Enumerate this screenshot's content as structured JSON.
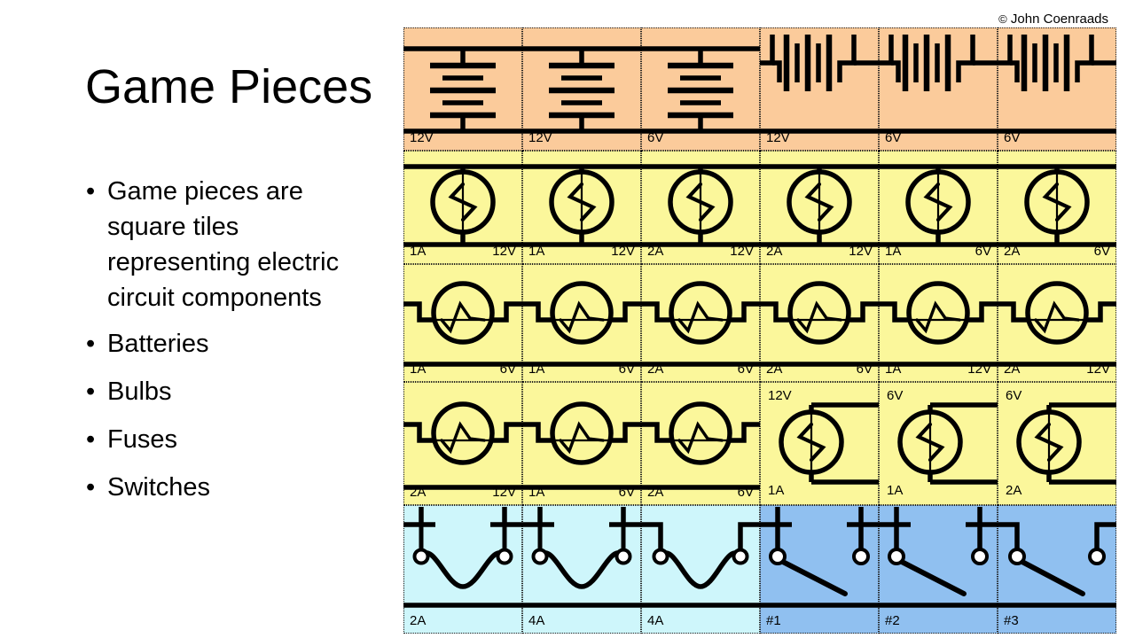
{
  "slide": {
    "title": "Game Pieces",
    "bullets": [
      "Game pieces are square tiles representing electric circuit components",
      "Batteries",
      "Bulbs",
      "Fuses",
      "Switches"
    ],
    "bullet_marker": "•"
  },
  "copyright": {
    "mark": "©",
    "name": "John Coenraads"
  },
  "colors": {
    "battery_row": "#FBCB9B",
    "bulb_row": "#FBF79B",
    "fuse_row": "#CEF6FB",
    "switch_row": "#90C0F0",
    "ink": "#000000",
    "terminal_fill": "#FFFFFF"
  },
  "board": {
    "columns": 6,
    "rows": 5,
    "tiles": [
      {
        "id": "r1c1",
        "kind": "battery-vertical",
        "row": "battery",
        "labels": {
          "bottom_left": "12V"
        }
      },
      {
        "id": "r1c2",
        "kind": "battery-vertical",
        "row": "battery",
        "labels": {
          "bottom_left": "12V"
        }
      },
      {
        "id": "r1c3",
        "kind": "battery-vertical",
        "row": "battery",
        "labels": {
          "bottom_left": "6V"
        }
      },
      {
        "id": "r1c4",
        "kind": "battery-horizontal",
        "row": "battery",
        "labels": {
          "bottom_left": "12V"
        }
      },
      {
        "id": "r1c5",
        "kind": "battery-horizontal",
        "row": "battery",
        "labels": {
          "bottom_left": "6V"
        }
      },
      {
        "id": "r1c6",
        "kind": "battery-horizontal",
        "row": "battery",
        "labels": {
          "bottom_left": "6V"
        }
      },
      {
        "id": "r2c1",
        "kind": "bulb-vertical",
        "row": "bulb",
        "labels": {
          "bottom_left": "1A",
          "bottom_right": "12V"
        }
      },
      {
        "id": "r2c2",
        "kind": "bulb-vertical",
        "row": "bulb",
        "labels": {
          "bottom_left": "1A",
          "bottom_right": "12V"
        }
      },
      {
        "id": "r2c3",
        "kind": "bulb-vertical",
        "row": "bulb",
        "labels": {
          "bottom_left": "2A",
          "bottom_right": "12V"
        }
      },
      {
        "id": "r2c4",
        "kind": "bulb-vertical",
        "row": "bulb",
        "labels": {
          "bottom_left": "2A",
          "bottom_right": "12V"
        }
      },
      {
        "id": "r2c5",
        "kind": "bulb-vertical",
        "row": "bulb",
        "labels": {
          "bottom_left": "1A",
          "bottom_right": "6V"
        }
      },
      {
        "id": "r2c6",
        "kind": "bulb-vertical",
        "row": "bulb",
        "labels": {
          "bottom_left": "2A",
          "bottom_right": "6V"
        }
      },
      {
        "id": "r3c1",
        "kind": "bulb-horizontal",
        "row": "bulb",
        "labels": {
          "bottom_left": "1A",
          "bottom_right": "6V"
        }
      },
      {
        "id": "r3c2",
        "kind": "bulb-horizontal",
        "row": "bulb",
        "labels": {
          "bottom_left": "1A",
          "bottom_right": "6V"
        }
      },
      {
        "id": "r3c3",
        "kind": "bulb-horizontal",
        "row": "bulb",
        "labels": {
          "bottom_left": "2A",
          "bottom_right": "6V"
        }
      },
      {
        "id": "r3c4",
        "kind": "bulb-horizontal",
        "row": "bulb",
        "labels": {
          "bottom_left": "2A",
          "bottom_right": "6V"
        }
      },
      {
        "id": "r3c5",
        "kind": "bulb-horizontal",
        "row": "bulb",
        "labels": {
          "bottom_left": "1A",
          "bottom_right": "12V"
        }
      },
      {
        "id": "r3c6",
        "kind": "bulb-horizontal",
        "row": "bulb",
        "labels": {
          "bottom_left": "2A",
          "bottom_right": "12V"
        }
      },
      {
        "id": "r4c1",
        "kind": "bulb-horizontal",
        "row": "bulb",
        "labels": {
          "bottom_left": "2A",
          "bottom_right": "12V"
        }
      },
      {
        "id": "r4c2",
        "kind": "bulb-horizontal",
        "row": "bulb",
        "labels": {
          "bottom_left": "1A",
          "bottom_right": "6V"
        }
      },
      {
        "id": "r4c3",
        "kind": "bulb-horizontal",
        "row": "bulb",
        "labels": {
          "bottom_left": "2A",
          "bottom_right": "6V"
        }
      },
      {
        "id": "r4c4",
        "kind": "bulb-corner",
        "row": "bulb",
        "labels": {
          "top_left": "12V",
          "bottom_left": "1A"
        }
      },
      {
        "id": "r4c5",
        "kind": "bulb-corner",
        "row": "bulb",
        "labels": {
          "top_left": "6V",
          "bottom_left": "1A"
        }
      },
      {
        "id": "r4c6",
        "kind": "bulb-corner",
        "row": "bulb",
        "labels": {
          "top_left": "6V",
          "bottom_left": "2A"
        }
      },
      {
        "id": "r5c1",
        "kind": "fuse",
        "row": "fuse",
        "labels": {
          "bottom_left": "2A"
        }
      },
      {
        "id": "r5c2",
        "kind": "fuse",
        "row": "fuse",
        "labels": {
          "bottom_left": "4A"
        }
      },
      {
        "id": "r5c3",
        "kind": "fuse-step",
        "row": "fuse",
        "labels": {
          "bottom_left": "4A"
        }
      },
      {
        "id": "r5c4",
        "kind": "switch",
        "row": "switch",
        "labels": {
          "bottom_left": "#1"
        }
      },
      {
        "id": "r5c5",
        "kind": "switch",
        "row": "switch",
        "labels": {
          "bottom_left": "#2"
        }
      },
      {
        "id": "r5c6",
        "kind": "switch-step",
        "row": "switch",
        "labels": {
          "bottom_left": "#3"
        }
      }
    ]
  }
}
